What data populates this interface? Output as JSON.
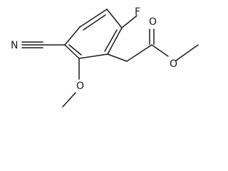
{
  "structure": {
    "atoms": {
      "fluorine": "F",
      "nitrile_nitrogen": "N",
      "methoxy_oxygen": "O",
      "carbonyl_oxygen": "O",
      "ester_oxygen": "O"
    }
  }
}
